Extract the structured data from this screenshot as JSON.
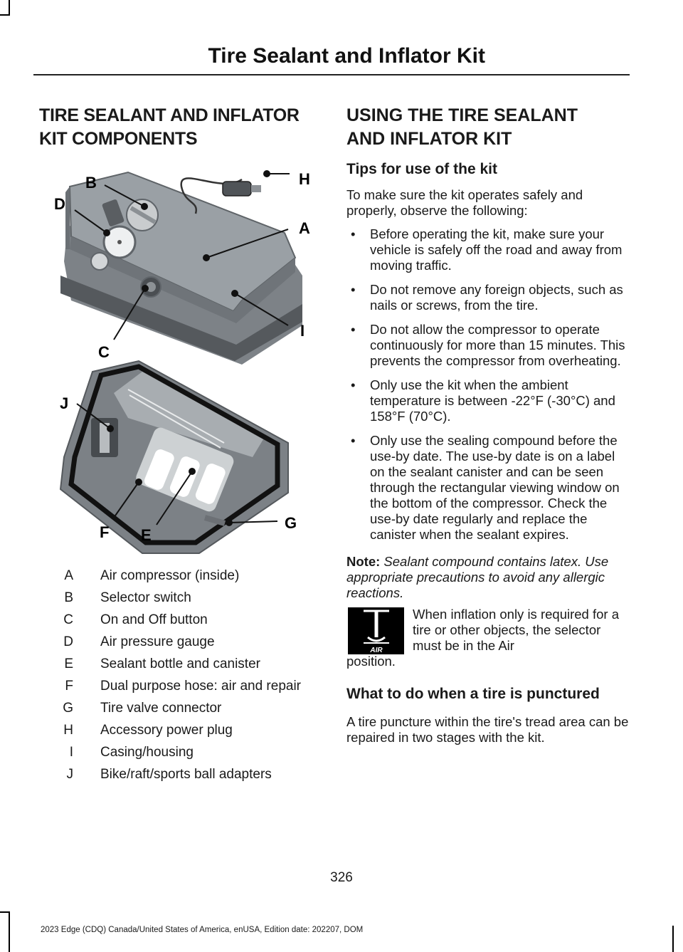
{
  "header": {
    "title": "Tire Sealant and Inflator Kit"
  },
  "left": {
    "heading_line1": "TIRE SEALANT AND INFLATOR",
    "heading_line2": "KIT COMPONENTS",
    "figure_labels": {
      "A": "A",
      "B": "B",
      "C": "C",
      "D": "D",
      "E": "E",
      "F": "F",
      "G": "G",
      "H": "H",
      "I": "I",
      "J": "J"
    },
    "legend": [
      {
        "letter": "A",
        "text": "Air compressor (inside)"
      },
      {
        "letter": "B",
        "text": "Selector switch"
      },
      {
        "letter": "C",
        "text": "On and Off button"
      },
      {
        "letter": "D",
        "text": "Air pressure gauge"
      },
      {
        "letter": "E",
        "text": "Sealant bottle and canister"
      },
      {
        "letter": "F",
        "text": "Dual purpose hose: air and repair"
      },
      {
        "letter": "G",
        "text": "Tire valve connector"
      },
      {
        "letter": "H",
        "text": "Accessory power plug"
      },
      {
        "letter": "I",
        "text": "Casing/housing"
      },
      {
        "letter": "J",
        "text": "Bike/raft/sports ball adapters"
      }
    ]
  },
  "right": {
    "heading_line1": "USING THE TIRE SEALANT",
    "heading_line2": "AND INFLATOR KIT",
    "tips_heading": "Tips for use of the kit",
    "intro": "To make sure the kit operates safely and properly, observe the following:",
    "bullets": [
      "Before operating the kit, make sure your vehicle is safely off the road and away from moving traffic.",
      "Do not remove any foreign objects, such as nails or screws, from the tire.",
      "Do not allow the compressor to operate continuously for more than 15 minutes. This prevents the compressor from overheating.",
      "Only use the kit when the ambient temperature is between -22°F (-30°C) and 158°F (70°C).",
      "Only use the sealing compound before the use-by date. The use-by date is on a label on the sealant canister and can be seen through the rectangular viewing window on the bottom of the compressor. Check the use-by date regularly and replace the canister when the sealant expires."
    ],
    "bullet_glyph": "•",
    "note_label": "Note:",
    "note_text": "Sealant compound contains latex. Use appropriate precautions to avoid any allergic reactions.",
    "air_icon_label": "AIR",
    "air_text": "When inflation only is required for a tire or other objects, the selector must be in the Air",
    "air_text_end": "position.",
    "puncture_heading": "What to do when a tire is punctured",
    "puncture_text": "A tire puncture within the tire's tread area can be repaired in two stages with the kit."
  },
  "page_number": "326",
  "footer": "2023 Edge (CDQ) Canada/United States of America, enUSA, Edition date: 202207, DOM"
}
